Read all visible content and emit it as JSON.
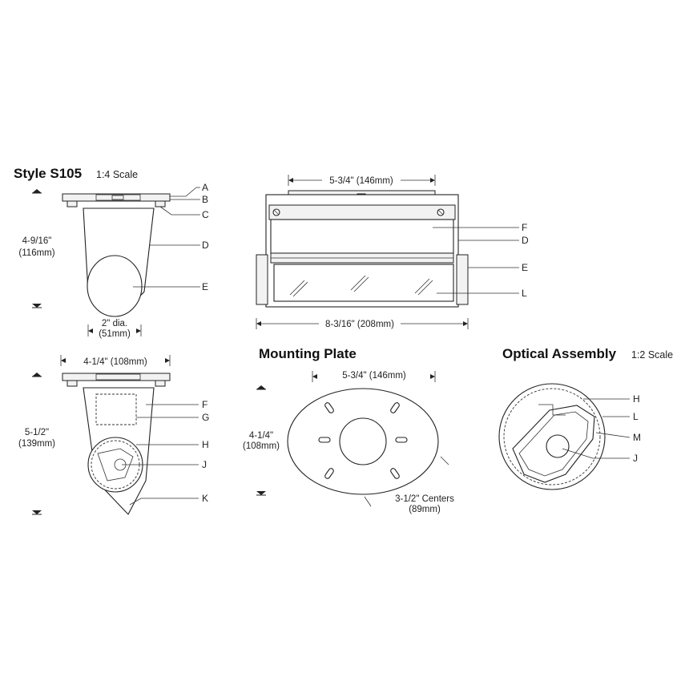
{
  "colors": {
    "stroke": "#222222",
    "fill": "#ffffff",
    "shade": "#f2f2f2"
  },
  "style": {
    "title": "Style S105",
    "scale": "1:4 Scale"
  },
  "mounting_plate": {
    "title": "Mounting Plate"
  },
  "optical": {
    "title": "Optical Assembly",
    "scale": "1:2 Scale"
  },
  "dims": {
    "side_height_l1": "4-9/16\"",
    "side_height_l2": "(116mm)",
    "dia_l1": "2\" dia.",
    "dia_l2": "(51mm)",
    "front_top": "5-3/4\" (146mm)",
    "front_width": "8-3/16\" (208mm)",
    "plate_width_top": "4-1/4\" (108mm)",
    "side2_height_l1": "5-1/2\"",
    "side2_height_l2": "(139mm)",
    "mp_width": "5-3/4\" (146mm)",
    "mp_height_l1": "4-1/4\"",
    "mp_height_l2": "(108mm)",
    "centers_l1": "3-1/2\" Centers",
    "centers_l2": "(89mm)"
  },
  "labels": {
    "side1": [
      "A",
      "B",
      "C",
      "D",
      "E"
    ],
    "front": [
      "F",
      "D",
      "E",
      "L"
    ],
    "side2": [
      "F",
      "G",
      "H",
      "J",
      "K"
    ],
    "optical": [
      "H",
      "L",
      "M",
      "J"
    ]
  }
}
